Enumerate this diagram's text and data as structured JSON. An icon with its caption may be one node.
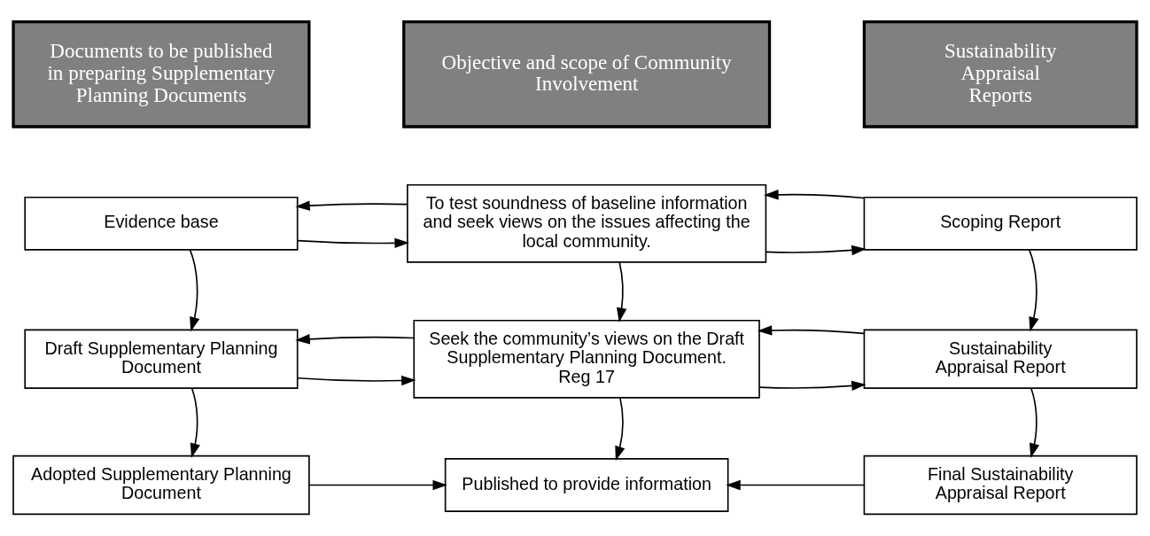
{
  "diagram": {
    "nodes": [
      {
        "text": [
          "Documents to be published in preparing Supplementary Planning Documents"
        ]
      },
      {
        "text": [
          "Objective and scope of Community Involvement"
        ]
      },
      {
        "text": [
          "Sustainability Appraisal Reports"
        ]
      },
      {
        "text": [
          "Evidence base"
        ]
      },
      {
        "text": [
          "To test soundness of baseline information and seek views on the issues affecting the local community."
        ]
      },
      {
        "text": [
          "Scoping Report"
        ]
      },
      {
        "text": [
          "Draft Supplementary Planning Document"
        ]
      },
      {
        "text": [
          "Seek the community’s views on the Draft Supplementary Planning Document.",
          "Reg 17"
        ]
      },
      {
        "text": [
          "Sustainability Appraisal Report"
        ]
      },
      {
        "text": [
          "Adopted Supplementary Planning Document"
        ]
      },
      {
        "text": [
          "Published to provide information"
        ]
      },
      {
        "text": [
          "Final Sustainability Appraisal Report"
        ]
      }
    ],
    "edges": [
      {
        "from": 3,
        "to": 4,
        "arrow": "to"
      },
      {
        "from": 4,
        "to": 3,
        "arrow": "to"
      },
      {
        "from": 4,
        "to": 5,
        "arrow": "to"
      },
      {
        "from": 5,
        "to": 4,
        "arrow": "to"
      },
      {
        "from": 3,
        "to": 6,
        "arrow": "to"
      },
      {
        "from": 4,
        "to": 7,
        "arrow": "to"
      },
      {
        "from": 5,
        "to": 8,
        "arrow": "to"
      },
      {
        "from": 6,
        "to": 7,
        "arrow": "to"
      },
      {
        "from": 7,
        "to": 6,
        "arrow": "to"
      },
      {
        "from": 7,
        "to": 8,
        "arrow": "to"
      },
      {
        "from": 8,
        "to": 7,
        "arrow": "to"
      },
      {
        "from": 6,
        "to": 9,
        "arrow": "to"
      },
      {
        "from": 7,
        "to": 10,
        "arrow": "to"
      },
      {
        "from": 8,
        "to": 11,
        "arrow": "to"
      },
      {
        "from": 9,
        "to": 10,
        "arrow": "to"
      },
      {
        "from": 11,
        "to": 10,
        "arrow": "to"
      }
    ]
  }
}
